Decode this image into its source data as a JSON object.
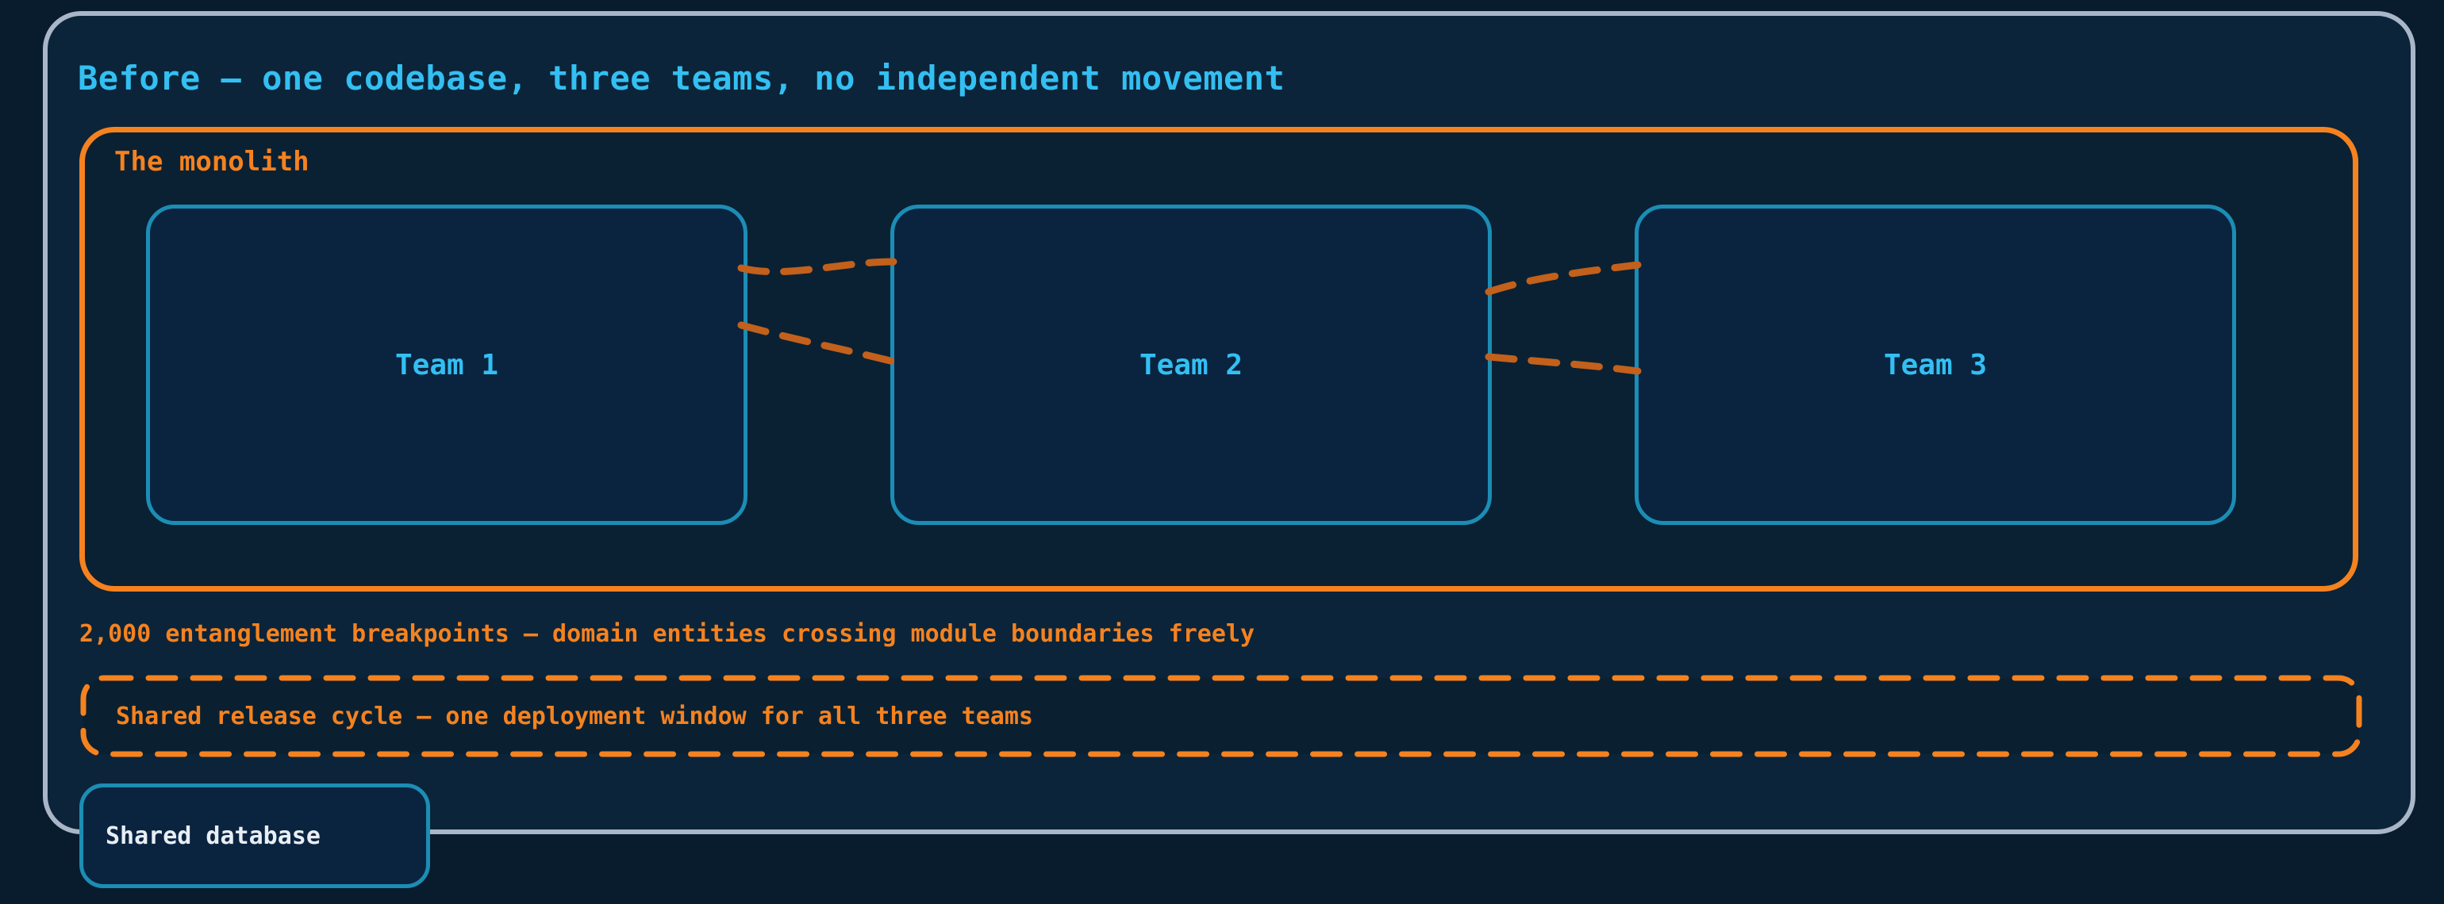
{
  "page": {
    "title": "Before — one codebase, three teams, no independent movement"
  },
  "monolith": {
    "label": "The monolith",
    "teams": [
      {
        "label": "Team 1"
      },
      {
        "label": "Team 2"
      },
      {
        "label": "Team 3"
      }
    ]
  },
  "annotations": {
    "entanglement": "2,000 entanglement breakpoints — domain entities crossing module boundaries freely",
    "release_cycle": "Shared release cycle — one deployment window for all three teams",
    "shared_database": "Shared database"
  },
  "colors": {
    "background": "#081c2d",
    "panel_fill": "#0b2439",
    "panel_border": "#a9b6c8",
    "title_cyan": "#33bff2",
    "team_border_teal": "#1c8db5",
    "team_fill": "#0a2440",
    "monolith_border_orange": "#f5821f",
    "monolith_fill": "#0a2133",
    "connector_orange": "#c2601c",
    "release_dash_orange": "#f5821f",
    "shared_db_text": "#e8eef4"
  }
}
